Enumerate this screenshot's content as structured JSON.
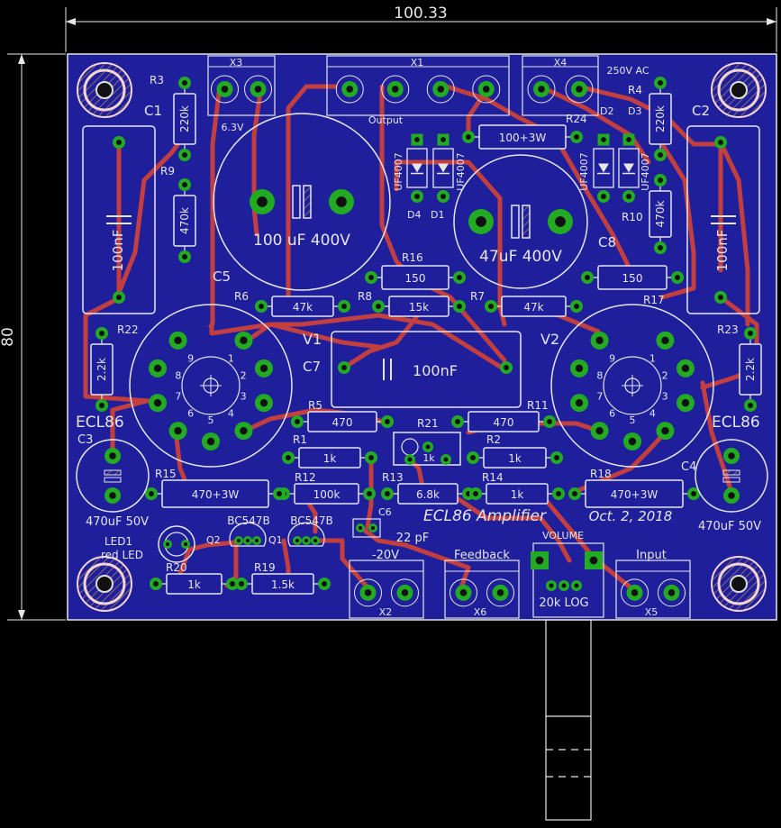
{
  "dimensions": {
    "width": "100.33",
    "height": "80"
  },
  "board": {
    "title": "ECL86 Amplifier",
    "date": "Oct. 2, 2018"
  },
  "colors": {
    "background": "#000000",
    "board": "#1f1f9c",
    "copper_top": "#c33f3f",
    "pad": "#22aa22",
    "silkscreen": "#e6e6e6",
    "mounting_hole": "#f2d4d4"
  },
  "tubes": [
    {
      "ref": "V1",
      "type": "ECL86",
      "pins": [
        "1",
        "2",
        "3",
        "4",
        "5",
        "6",
        "7",
        "8",
        "9"
      ]
    },
    {
      "ref": "V2",
      "type": "ECL86",
      "pins": [
        "1",
        "2",
        "3",
        "4",
        "5",
        "6",
        "7",
        "8",
        "9"
      ]
    }
  ],
  "connectors": {
    "x1": "X1",
    "x1_label": "Output",
    "x2": "X2",
    "x2_label": "-20V",
    "x3": "X3",
    "x3_label": "6.3V",
    "x4": "X4",
    "x4_label": "250V AC",
    "x5": "X5",
    "x5_label": "Input",
    "x6": "X6",
    "x6_label": "Feedback"
  },
  "potentiometer": {
    "label": "VOLUME",
    "value": "20k LOG"
  },
  "capacitors": {
    "c1": "C1",
    "c1_value": "100nF",
    "c2": "C2",
    "c2_value": "100nF",
    "c3": "C3",
    "c3_value": "470uF 50V",
    "c4": "C4",
    "c4_value": "470uF 50V",
    "c5": "C5",
    "c5_value": "100 uF 400V",
    "c6": "C6",
    "c6_value": "22 pF",
    "c7": "C7",
    "c7_value": "100nF",
    "c8": "C8",
    "c8_value": "47uF 400V"
  },
  "resistors": {
    "r1": "R1",
    "r1_value": "1k",
    "r2": "R2",
    "r2_value": "1k",
    "r3": "R3",
    "r3_value": "220k",
    "r4": "R4",
    "r4_value": "220k",
    "r5": "R5",
    "r5_value": "470",
    "r6": "R6",
    "r6_value": "47k",
    "r7": "R7",
    "r7_value": "47k",
    "r8": "R8",
    "r8_value": "15k",
    "r9": "R9",
    "r9_value": "470k",
    "r10": "R10",
    "r10_value": "470k",
    "r11": "R11",
    "r11_value": "470",
    "r12": "R12",
    "r12_value": "100k",
    "r13": "R13",
    "r13_value": "6.8k",
    "r14": "R14",
    "r14_value": "1k",
    "r15": "R15",
    "r15_value": "470+3W",
    "r16": "R16",
    "r16_value": "150",
    "r17": "R17",
    "r17_value": "150",
    "r18": "R18",
    "r18_value": "470+3W",
    "r19": "R19",
    "r19_value": "1.5k",
    "r20": "R20",
    "r20_value": "1k",
    "r21": "R21",
    "r21_value": "1k",
    "r22": "R22",
    "r22_value": "2.2k",
    "r23": "R23",
    "r23_value": "2.2k",
    "r24": "R24",
    "r24_value": "100+3W"
  },
  "diodes": {
    "d1": "D1",
    "d1_part": "UF4007",
    "d2": "D2",
    "d2_part": "UF4007",
    "d3": "D3",
    "d3_part": "UF4007",
    "d4": "D4",
    "d4_part": "UF4007"
  },
  "transistors": {
    "q1": "Q1",
    "q1_part": "BC547B",
    "q2": "Q2",
    "q2_part": "BC547B"
  },
  "led": {
    "ref": "LED1",
    "label": "red LED"
  }
}
